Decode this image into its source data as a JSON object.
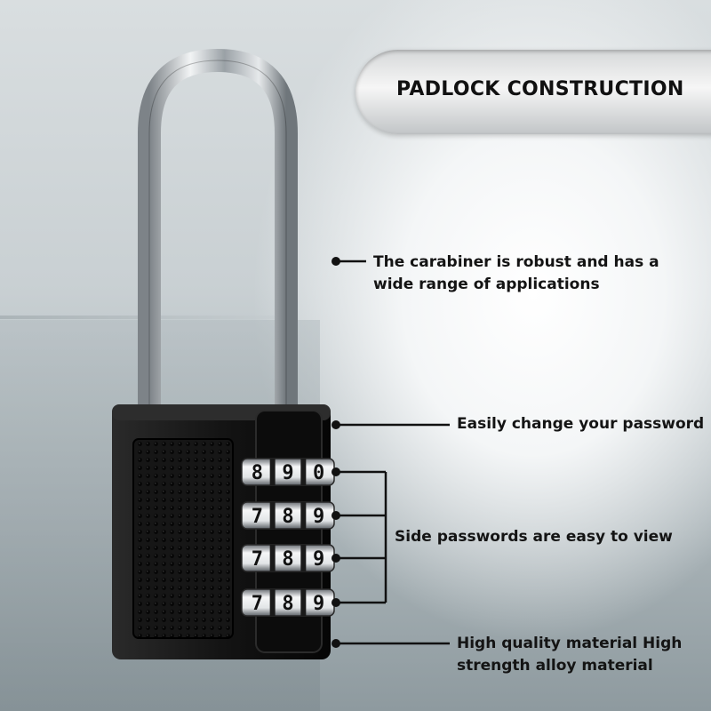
{
  "title": "PADLOCK CONSTRUCTION",
  "callouts": {
    "carabiner": "The carabiner is robust and has a wide range of applications",
    "password": "Easily change your password",
    "side": "Side passwords are easy to view",
    "material": "High quality material High strength alloy material"
  },
  "dials": [
    {
      "digits": [
        "8",
        "9",
        "0"
      ]
    },
    {
      "digits": [
        "7",
        "8",
        "9"
      ]
    },
    {
      "digits": [
        "7",
        "8",
        "9"
      ]
    },
    {
      "digits": [
        "7",
        "8",
        "9"
      ]
    }
  ],
  "colors": {
    "lock_body": "#111111",
    "shackle": "#c8ccd0",
    "text": "#141414",
    "callout_line": "#111111"
  },
  "icons": {
    "bullet": "dot-icon"
  }
}
